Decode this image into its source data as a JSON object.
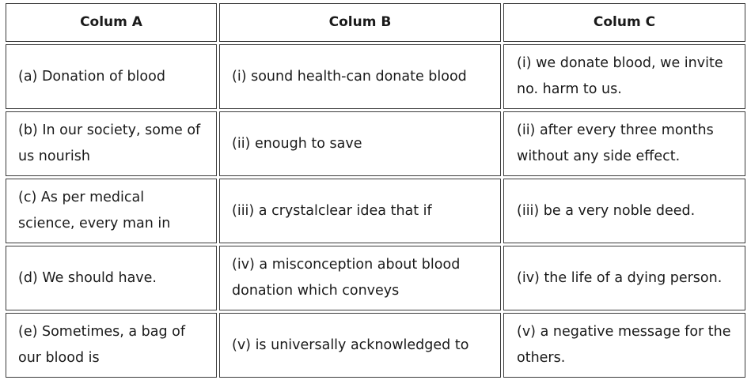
{
  "headers": [
    "Colum A",
    "Colum B",
    "Colum C"
  ],
  "rows": [
    {
      "a": "(a) Donation of blood",
      "b": "(i) sound health-can donate blood",
      "c": "(i) we donate blood, we invite no. harm to us."
    },
    {
      "a": "(b) In our society, some of us nourish",
      "b": "(ii) enough to save",
      "c": "(ii) after every three months without any side effect."
    },
    {
      "a": "(c) As per medical science, every man in",
      "b": "(iii) a crystalclear idea that if",
      "c": "(iii) be a very noble deed."
    },
    {
      "a": "(d) We should have.",
      "b": "(iv) a misconception about blood donation which conveys",
      "c": "(iv) the life of a dying person."
    },
    {
      "a": "(e) Sometimes, a bag of our blood is",
      "b": "(v) is universally acknowledged to",
      "c": "(v) a negative message for the others."
    }
  ]
}
